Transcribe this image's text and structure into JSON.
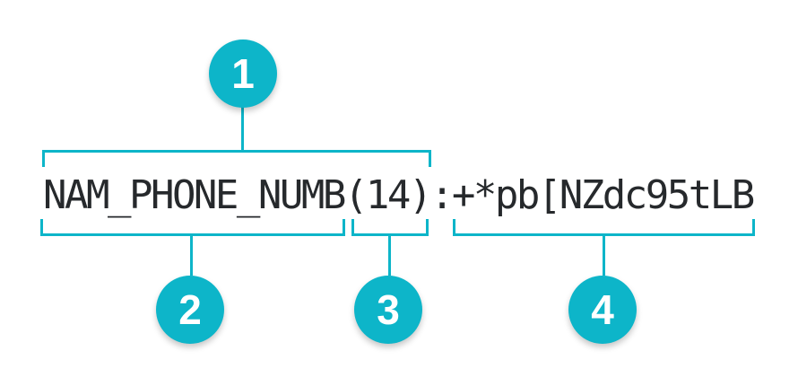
{
  "colors": {
    "accent": "#0db5c9",
    "text": "#26292c",
    "background": "#ffffff",
    "badge_text": "#ffffff"
  },
  "annotated_string": {
    "field_name": "NAM_PHONE_NUMB",
    "length_spec": "(14)",
    "separator": ":",
    "field_value": "+*pb[NZdc95tLB",
    "full_string": "NAM_PHONE_NUMB(14):+*pb[NZdc95tLB"
  },
  "callouts": [
    "1",
    "2",
    "3",
    "4"
  ]
}
